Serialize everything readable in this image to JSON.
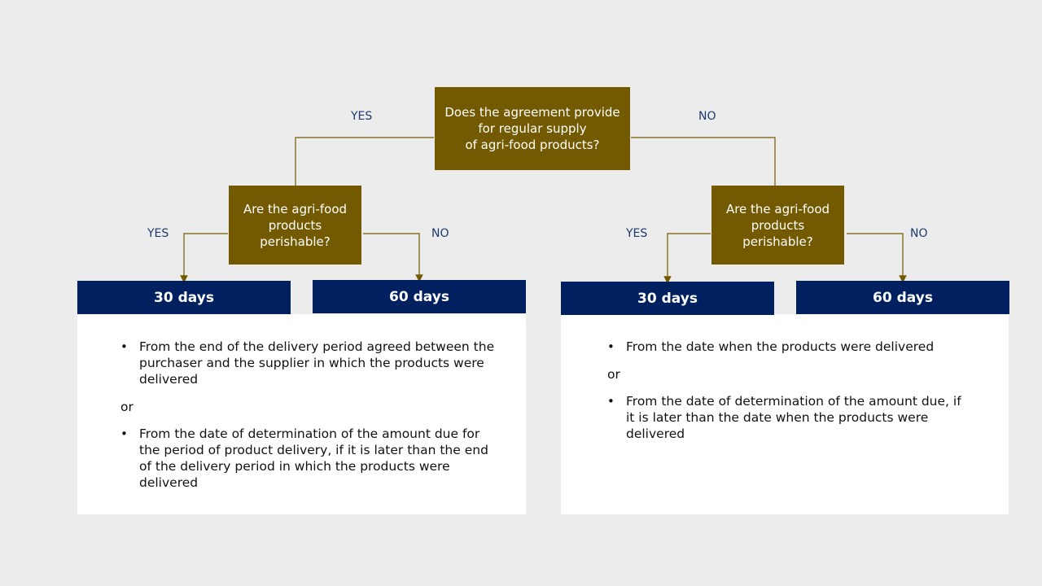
{
  "root_question": "Does the agreement provide\nfor regular supply\nof agri-food products?",
  "root_yes": "YES",
  "root_no": "NO",
  "left": {
    "question": "Are the agri-food\nproducts\nperishable?",
    "yes": "YES",
    "no": "NO",
    "box_yes": "30 days",
    "box_no": "60 days",
    "bullet1": "From the end of the delivery period agreed between the purchaser and the supplier in which the products were delivered",
    "or": "or",
    "bullet2": "From the date of determination of the amount due for the period of product delivery, if it is later than the end of the delivery period in which the products were delivered"
  },
  "right": {
    "question": "Are the agri-food\nproducts\nperishable?",
    "yes": "YES",
    "no": "NO",
    "box_yes": "30 days",
    "box_no": "60 days",
    "bullet1": "From the date when the products were delivered",
    "or": "or",
    "bullet2": "From the date of determination of the amount due, if it is later than the date when the products were delivered"
  },
  "bullet_symbol": "•",
  "colors": {
    "question_box": "#735a00",
    "day_box": "#002060",
    "connector": "#735a00",
    "branch_label": "#1e3a70",
    "background": "#ececec",
    "panel": "#ffffff"
  }
}
